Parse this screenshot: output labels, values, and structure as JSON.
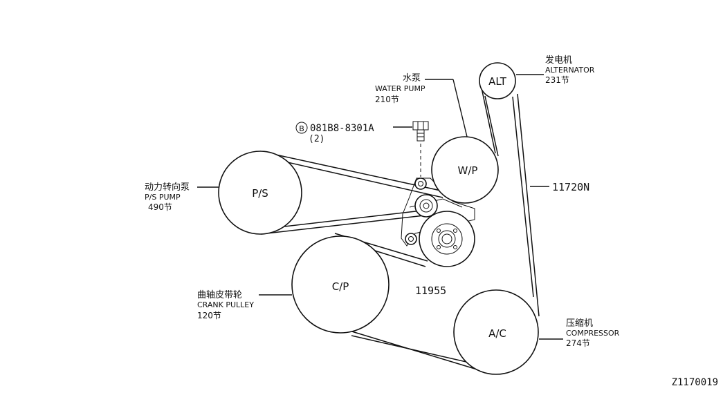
{
  "pulleys": {
    "alt": {
      "code": "ALT"
    },
    "wp": {
      "code": "W/P"
    },
    "ps": {
      "code": "P/S"
    },
    "cp": {
      "code": "C/P"
    },
    "ac": {
      "code": "A/C"
    }
  },
  "labels": {
    "alternator": {
      "cn": "发电机",
      "en": "ALTERNATOR",
      "code": "231节"
    },
    "water_pump": {
      "cn": "水泵",
      "en": "WATER PUMP",
      "code": "210节"
    },
    "ps_pump": {
      "cn": "动力转向泵",
      "en": "P/S PUMP",
      "code": "490节"
    },
    "crank": {
      "cn": "曲轴皮带轮",
      "en": "CRANK PULLEY",
      "code": "120节"
    },
    "compressor": {
      "cn": "压缩机",
      "en": "COMPRESSOR",
      "code": "274节"
    }
  },
  "bolt": {
    "circle": "B",
    "part": "081B8-8301A",
    "qty": "(2)"
  },
  "belt_part": "11720N",
  "tensioner_part": "11955",
  "figure_id": "Z1170019"
}
